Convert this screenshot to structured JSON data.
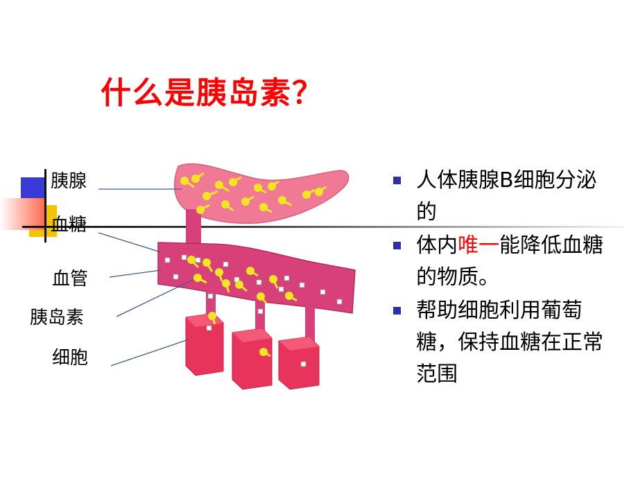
{
  "title": "什么是胰岛素？",
  "diagram": {
    "labels": {
      "pancreas": "胰腺",
      "blood_sugar": "血糖",
      "blood_vessel": "血管",
      "insulin": "胰岛素",
      "cell": "细胞"
    }
  },
  "bullets": [
    {
      "text": "人体胰腺B细胞分泌的"
    },
    {
      "before": "体内",
      "highlight": "唯一",
      "after": "能降低血糖的物质。"
    },
    {
      "text": "帮助细胞利用葡萄糖，保持血糖在正常范围"
    }
  ],
  "colors": {
    "title": "#ff0000",
    "highlight": "#ff0000",
    "bullet_marker": "#2e2ea8",
    "pancreas_fill": "#f07a96",
    "vessel_fill": "#d8407a",
    "cell_fill": "#e8335a",
    "insulin_dot": "#f2e622",
    "corner_blue": "#3a3ad8",
    "corner_yellow": "#f5c400",
    "corner_red": "#ff6a50"
  }
}
